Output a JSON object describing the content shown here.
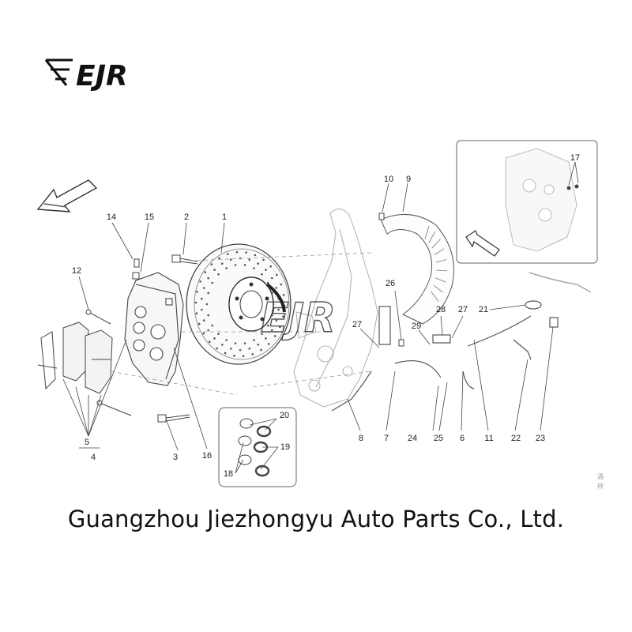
{
  "brand": {
    "logo_text": "EJR",
    "watermark_text": "EJR"
  },
  "company": {
    "name": "Guangzhou Jiezhongyu Auto Parts Co., Ltd."
  },
  "corner_mark": {
    "line1": "酒",
    "line2": "祥"
  },
  "diagram": {
    "callouts": [
      "1",
      "2",
      "3",
      "4",
      "5",
      "6",
      "7",
      "8",
      "9",
      "10",
      "11",
      "12",
      "14",
      "15",
      "16",
      "17",
      "18",
      "19",
      "20",
      "21",
      "22",
      "23",
      "24",
      "25",
      "26",
      "27",
      "28",
      "29"
    ],
    "labels": {
      "n1": "1",
      "n2": "2",
      "n3": "3",
      "n4": "4",
      "n5": "5",
      "n6": "6",
      "n7": "7",
      "n8": "8",
      "n9": "9",
      "n10": "10",
      "n11": "11",
      "n12": "12",
      "n14": "14",
      "n15": "15",
      "n16": "16",
      "n17": "17",
      "n18": "18",
      "n19": "19",
      "n20": "20",
      "n21": "21",
      "n22": "22",
      "n23": "23",
      "n24": "24",
      "n25": "25",
      "n26": "26",
      "n27a": "27",
      "n27b": "27",
      "n28": "28",
      "n29": "29"
    }
  },
  "colors": {
    "ink": "#2a2a2a",
    "line": "#6b6b6b",
    "light": "#9a9a9a",
    "accent": "#111111"
  }
}
